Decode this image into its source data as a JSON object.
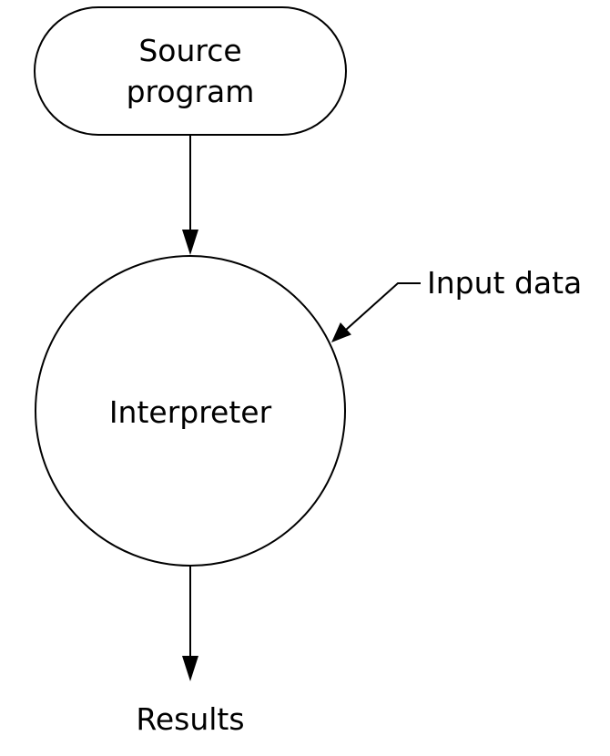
{
  "diagram": {
    "source_program": {
      "line1": "Source",
      "line2": "program"
    },
    "interpreter": "Interpreter",
    "input_data": "Input data",
    "results": "Results"
  }
}
